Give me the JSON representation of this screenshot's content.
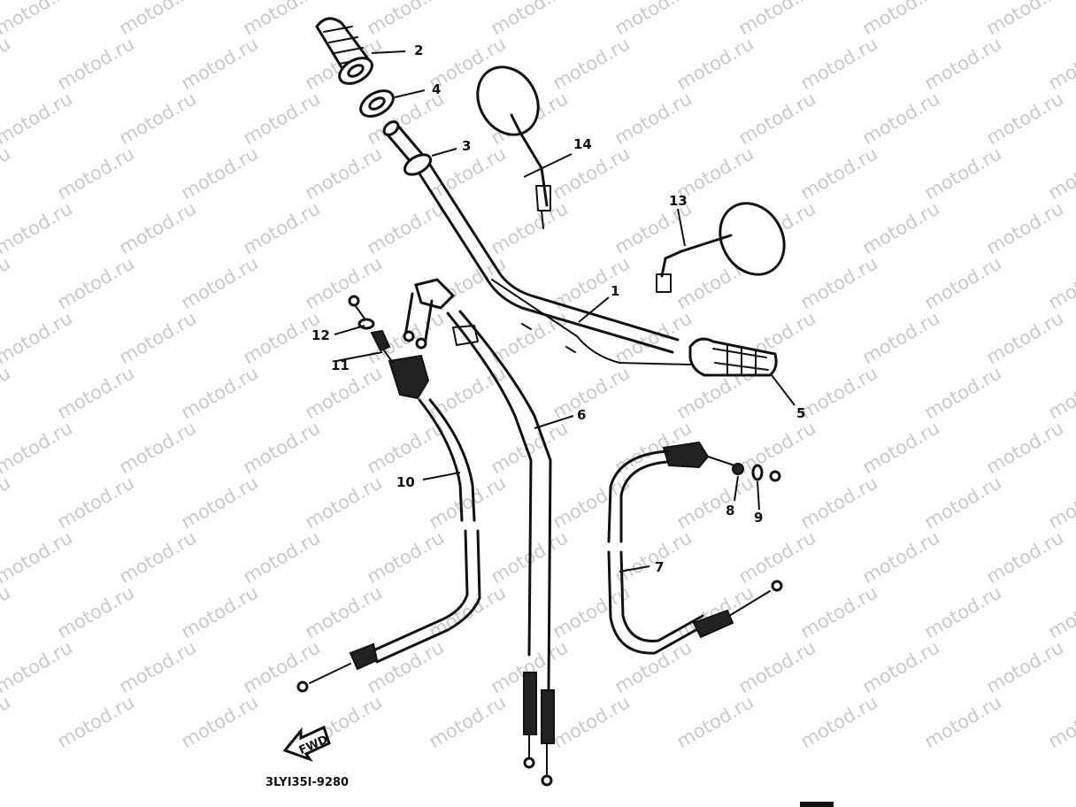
{
  "diagram": {
    "watermark": "motod.ru",
    "drawing_code": "3LYI35I-9280",
    "front_arrow_label": "FWD",
    "callouts": [
      {
        "id": "1",
        "text": "1"
      },
      {
        "id": "2",
        "text": "2"
      },
      {
        "id": "3",
        "text": "3"
      },
      {
        "id": "4",
        "text": "4"
      },
      {
        "id": "5",
        "text": "5"
      },
      {
        "id": "6",
        "text": "6"
      },
      {
        "id": "7",
        "text": "7"
      },
      {
        "id": "8",
        "text": "8"
      },
      {
        "id": "9",
        "text": "9"
      },
      {
        "id": "10",
        "text": "10"
      },
      {
        "id": "11",
        "text": "11"
      },
      {
        "id": "12",
        "text": "12"
      },
      {
        "id": "13",
        "text": "13"
      },
      {
        "id": "14",
        "text": "14"
      }
    ]
  }
}
